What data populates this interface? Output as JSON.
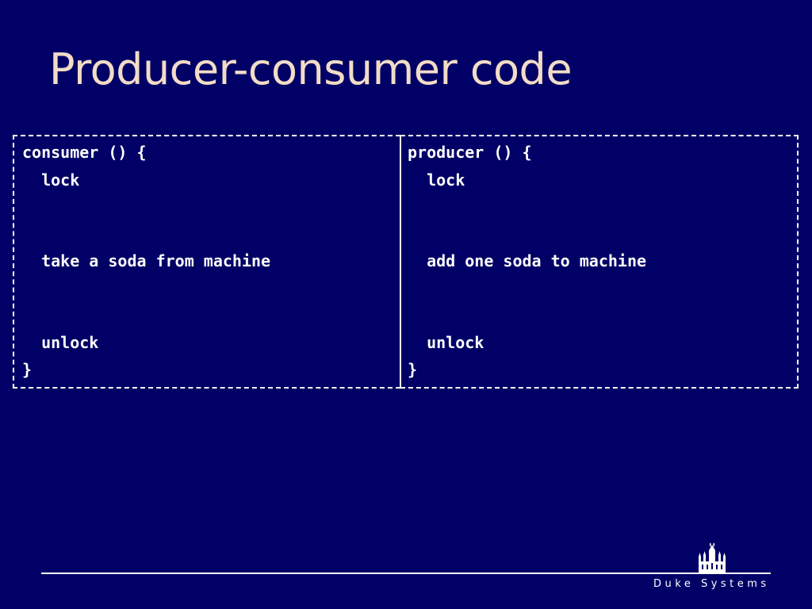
{
  "slide": {
    "title": "Producer-consumer code",
    "background_color": "#000066",
    "title_color": "#f3dcc6"
  },
  "consumer": {
    "lines": [
      "consumer () {",
      "  lock",
      "  take a soda from machine",
      "  unlock",
      "}"
    ]
  },
  "producer": {
    "lines": [
      "producer () {",
      "  lock",
      "  add one soda to machine",
      "  unlock",
      "}"
    ]
  },
  "footer": {
    "brand": "Duke Systems",
    "logo_icon": "duke-chapel-icon"
  }
}
